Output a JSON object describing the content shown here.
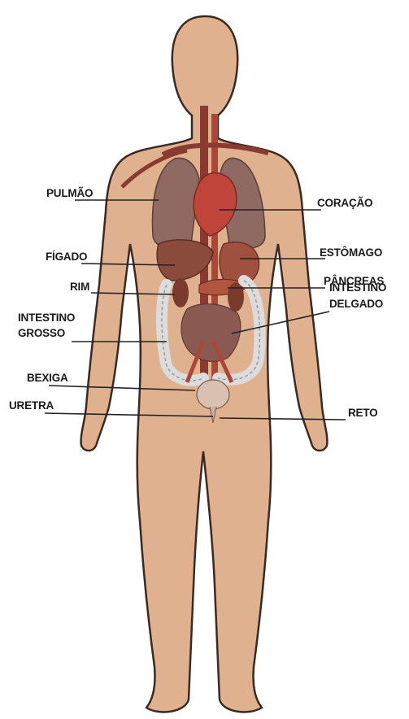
{
  "labels": {
    "pulmao": "PULMÃO",
    "coracao": "CORAÇÃO",
    "figado": "FÍGADO",
    "estomago": "ESTÔMAGO",
    "rim": "RIM",
    "pancreas": "PÂNCREAS",
    "intestino_grosso_1": "INTESTINO",
    "intestino_grosso_2": "GROSSO",
    "intestino_delgado_1": "INTESTINO",
    "intestino_delgado_2": "DELGADO",
    "bexiga": "BEXIGA",
    "uretra": "URETRA",
    "reto": "RETO"
  },
  "colors": {
    "skin": "#e0b18f",
    "outline": "#3a2a22",
    "organ": "#9a4a3a",
    "heart": "#c0443a",
    "lung": "#8f6a62",
    "intestine": "#dcdcdc"
  }
}
